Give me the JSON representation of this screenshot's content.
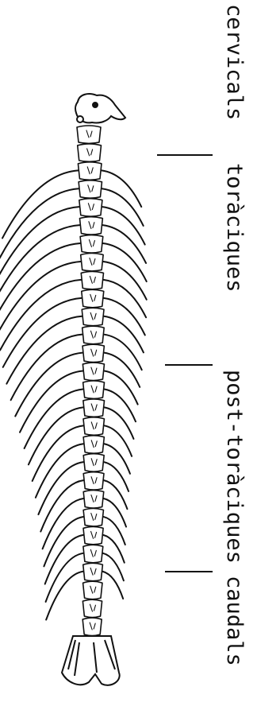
{
  "regions": [
    {
      "id": "cervicals",
      "label": "cervicals"
    },
    {
      "id": "toraciques",
      "label": "toràciques"
    },
    {
      "id": "post-toraciques",
      "label": "post-toràciques"
    },
    {
      "id": "caudals",
      "label": "caudals"
    }
  ],
  "colors": {
    "ink": "#111111",
    "bone": "#ffffff",
    "background": "#ffffff"
  },
  "vertebra_count": 28
}
